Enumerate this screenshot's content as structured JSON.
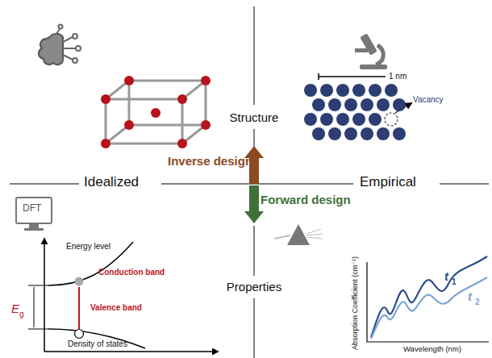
{
  "diagram": {
    "labels": [
      "Structure",
      "Inverse design",
      "Forward design",
      "Idealized",
      "Empirical",
      "Properties",
      "1 nm",
      "Vacancy",
      "DFT",
      "Energy level",
      "Conduction band",
      "E",
      "g",
      "Valence band",
      "Density of states",
      "t",
      "1",
      "t",
      "2",
      "Absorption Coefficient (cm⁻¹)",
      "Wavelength (nm)"
    ]
  }
}
